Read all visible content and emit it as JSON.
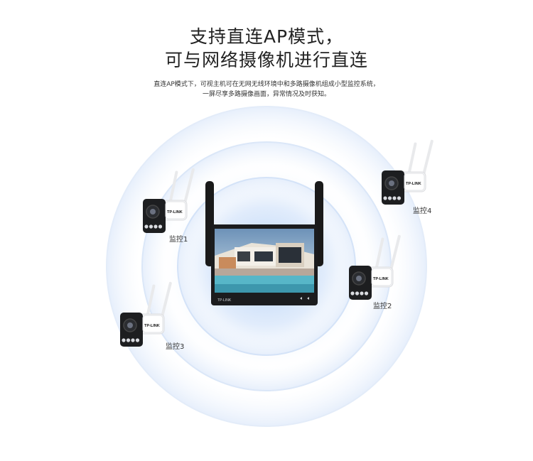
{
  "heading": {
    "line1": "支持直连AP模式，",
    "line2": "可与网络摄像机进行直连"
  },
  "description": {
    "line1": "直连AP模式下，可视主机可在无网无线环境中和多路摄像机组成小型监控系统，",
    "line2": "一屏尽享多路摄像画面，异常情况及时获知。"
  },
  "nvr": {
    "brand": "TP-LINK"
  },
  "cameras": [
    {
      "label": "监控1",
      "brand": "TP-LINK"
    },
    {
      "label": "监控2",
      "brand": "TP-LINK"
    },
    {
      "label": "监控3",
      "brand": "TP-LINK"
    },
    {
      "label": "监控4",
      "brand": "TP-LINK"
    }
  ],
  "colors": {
    "ring": "#d8e6fb",
    "glow": "#6fa8f0",
    "body": "#f4f5f6",
    "front": "#1d1e20"
  }
}
